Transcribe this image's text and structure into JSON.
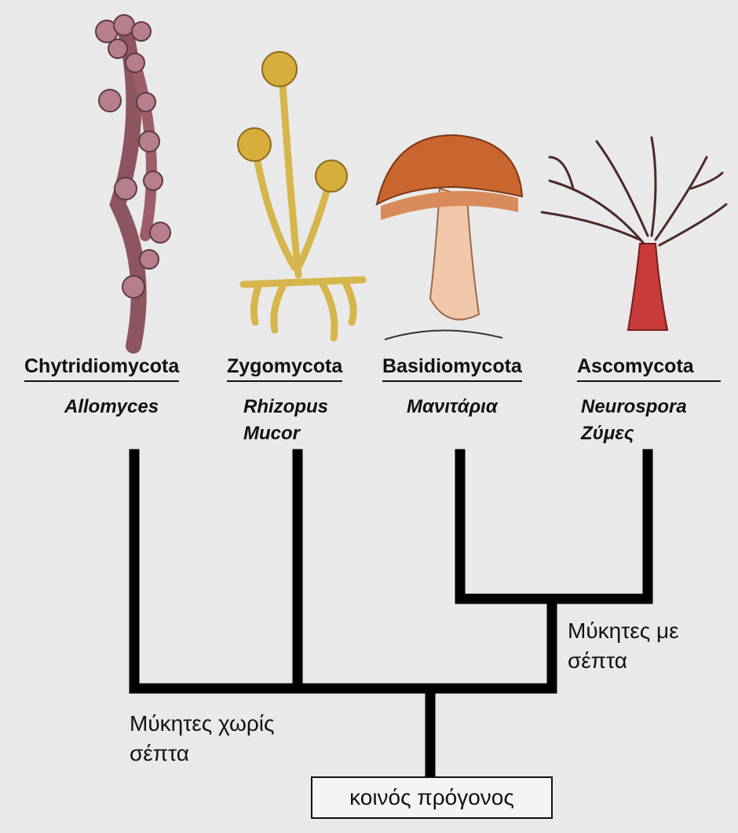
{
  "taxa": [
    {
      "phylum": "Chytridiomycota",
      "examples": [
        "Allomyces"
      ]
    },
    {
      "phylum": "Zygomycota",
      "examples": [
        "Rhizopus",
        "Mucor"
      ]
    },
    {
      "phylum": "Basidiomycota",
      "examples": [
        "Μανιτάρια"
      ]
    },
    {
      "phylum": "Ascomycota",
      "examples": [
        "Neurospora",
        "Ζύμες"
      ]
    }
  ],
  "labels": {
    "septate": [
      "Μύκητες με",
      "σέπτα"
    ],
    "nonseptate": [
      "Μύκητες χωρίς",
      "σέπτα"
    ],
    "ancestor": "κοινός πρόγονος"
  },
  "colors": {
    "chytrid": "#9c5f6a",
    "zygo": "#d9b84a",
    "mushroom_cap": "#c9652f",
    "mushroom_stem": "#f0c7a8",
    "asco": "#c73b3b"
  }
}
